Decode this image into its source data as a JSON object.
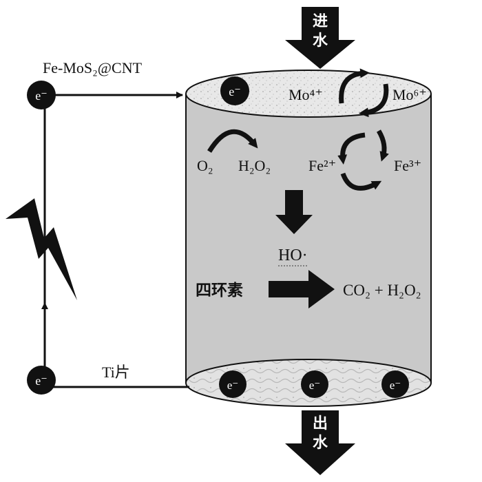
{
  "labels": {
    "inlet": [
      "进",
      "水"
    ],
    "outlet": [
      "出",
      "水"
    ],
    "cathode_material": "Fe-MoS₂@CNT",
    "anode_material": "Ti片",
    "electron": "e⁻",
    "mo_low": "Mo⁴⁺",
    "mo_high": "Mo⁶⁺",
    "o2": "O₂",
    "h2o2": "H₂O₂",
    "fe_low": "Fe²⁺",
    "fe_high": "Fe³⁺",
    "radical": "HO·",
    "pollutant": "四环素",
    "products": "CO₂ + H₂O₂"
  },
  "colors": {
    "reactor_fill": "#c9c9c9",
    "electrode_fill": "#e6e6e6",
    "ink": "#111111"
  },
  "icons": {
    "power_source": "lightning-bolt-icon",
    "cycle": "circular-arrows-icon"
  }
}
